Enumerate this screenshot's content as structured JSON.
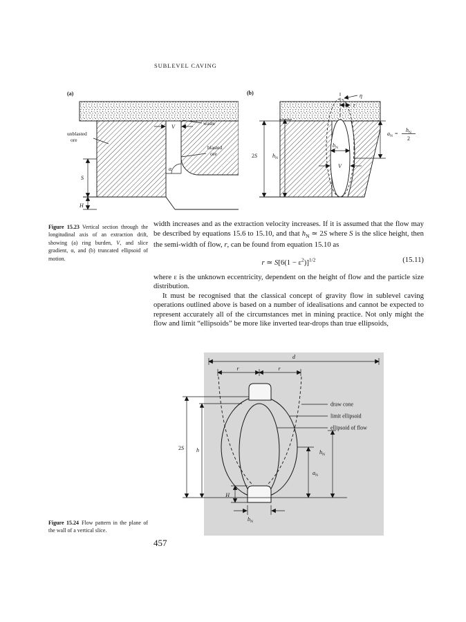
{
  "page": {
    "running_head": "SUBLEVEL CAVING",
    "page_number": "457"
  },
  "fig1523": {
    "panel_a": "(a)",
    "panel_b": "(b)",
    "label": "Figure 15.23",
    "cap1": "Vertical section through the longitudinal axis of an extraction drift, showing (a) ring burden, ",
    "capV": "V",
    "cap2": ", and slice gradient, α, and (b) truncated ellipsoid of motion.",
    "unblasted": "unblasted",
    "ore": "ore",
    "waste": "waste",
    "blasted": "blasted",
    "S": "S",
    "H": "H",
    "V": "V",
    "alpha": "α",
    "eta": "η",
    "r": "r",
    "two": "2",
    "h": "h",
    "b": "b",
    "a": "a",
    "N": "N",
    "equals": "=",
    "den": "2"
  },
  "fig1524": {
    "label": "Figure 15.24",
    "cap": "Flow pattern in the plane of the wall of a vertical slice.",
    "d": "d",
    "r": "r",
    "draw_cone": "draw cone",
    "limit_ellipsoid": "limit ellipsoid",
    "ellipsoid_of_flow": "ellipsoid of flow",
    "two": "2",
    "S": "S",
    "h": "h",
    "N": "N",
    "a": "a",
    "H": "H",
    "b": "b"
  },
  "body": {
    "p1": {
      "s1": "width increases and as the extraction velocity increases. If it is assumed that the flow may be described by equations 15.6 to 15.10, and that ",
      "h": "h",
      "hsub": "N",
      "s2": " ≃ 2",
      "S1": "S",
      "s3": " where ",
      "S2": "S",
      "s4": " is the slice height, then the semi-width of flow, ",
      "r": "r",
      "s5": ", can be found from equation 15.10 as"
    },
    "eq": {
      "r": "r",
      "rel": " ≃ ",
      "S": "S",
      "lhs": "[6(1 − ε",
      "sup2": "2",
      "close": ")]",
      "exp": "1/2",
      "number": "(15.11)"
    },
    "p2": {
      "s1": "where ε is the unknown eccentricity, dependent on the height of flow and the particle size distribution."
    },
    "p3": {
      "s1": "It must be recognised that the classical concept of gravity flow in sublevel caving operations outlined above is based on a number of idealisations and cannot be expected to represent accurately all of the circumstances met in mining practice. Not only might the flow and limit “ellipsoids” be more like inverted tear-drops than true ellipsoids,"
    }
  }
}
